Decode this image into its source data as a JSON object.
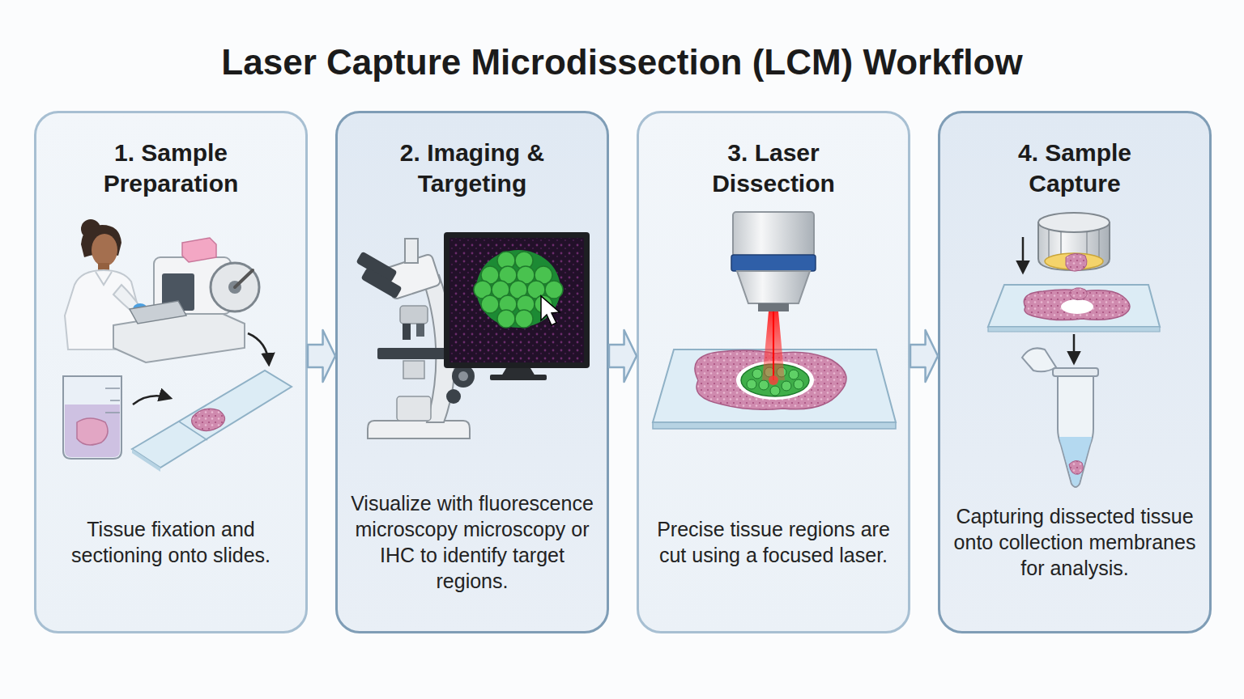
{
  "diagram": {
    "title": "Laser Capture Microdissection (LCM) Workflow",
    "nodes": [
      {
        "text": [
          "1. Sample Preparation",
          "Tissue fixation and sectioning onto slides."
        ]
      },
      {
        "text": [
          "2. Imaging & Targeting",
          "Visualize with fluorescence microscopy microscopy or IHC to identify target regions."
        ]
      },
      {
        "text": [
          "3. Laser Dissection",
          "Precise tissue regions are cut using a focused laser."
        ]
      },
      {
        "text": [
          "4. Sample Capture",
          "Capturing dissected tissue onto collection membranes for analysis."
        ]
      }
    ],
    "edges": [
      {
        "from": 0,
        "to": 1,
        "arrow": "to"
      },
      {
        "from": 1,
        "to": 2,
        "arrow": "to"
      },
      {
        "from": 2,
        "to": 3,
        "arrow": "to"
      }
    ]
  }
}
